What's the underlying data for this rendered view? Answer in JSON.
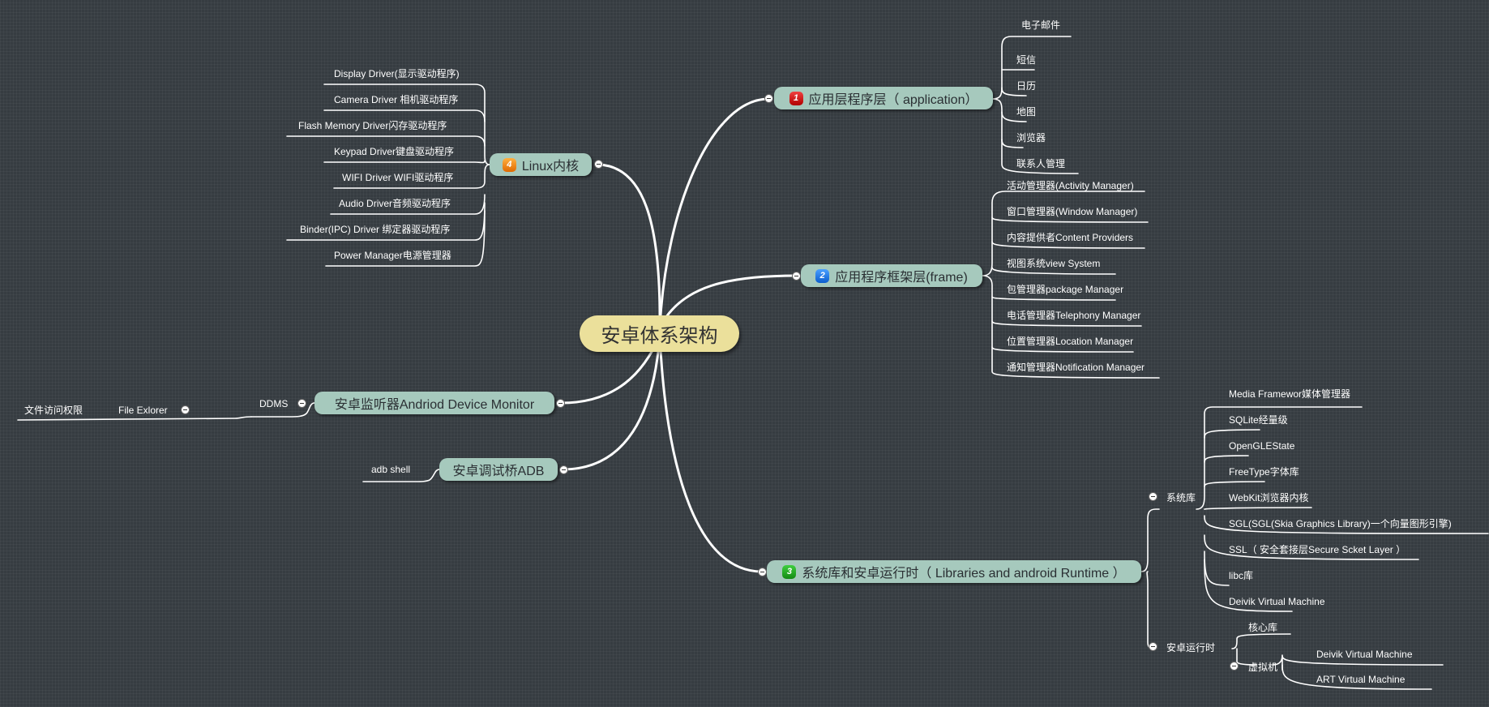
{
  "central": {
    "label": "安卓体系架构"
  },
  "topics": {
    "application": {
      "num": "1",
      "label": "应用层程序层（ application）"
    },
    "frame": {
      "num": "2",
      "label": "应用程序框架层(frame)"
    },
    "libraries": {
      "num": "3",
      "label": "系统库和安卓运行时（ Libraries and android Runtime ）"
    },
    "linux": {
      "num": "4",
      "label": "Linux内核"
    },
    "monitor": {
      "label": "安卓监听器Andriod Device Monitor"
    },
    "adb": {
      "label": "安卓调试桥ADB"
    }
  },
  "application_items": [
    "电子邮件",
    "短信",
    "日历",
    "地图",
    "浏览器",
    "联系人管理"
  ],
  "frame_items": [
    "活动管理器(Activity Manager)",
    "窗口管理器(Window Manager)",
    "内容提供者Content Providers",
    "视图系统view System",
    "包管理器package Manager",
    "电话管理器Telephony Manager",
    "位置管理器Location Manager",
    "通知管理器Notification Manager"
  ],
  "libraries": {
    "syslib_label": "系统库",
    "syslib_items": [
      "Media Framewor媒体管理器",
      "SQLite经量级",
      "OpenGLEState",
      "FreeType字体库",
      "WebKit浏览器内核",
      "SGL(SGL(Skia Graphics Library)一个向量图形引擎)",
      "SSL（ 安全套接层Secure Scket Layer ）",
      "libc库",
      "Deivik Virtual Machine"
    ],
    "runtime_label": "安卓运行时",
    "core_lib": "核心库",
    "vm_label": "虚拟机",
    "vm_items": [
      "Deivik Virtual Machine",
      "ART Virtual Machine"
    ]
  },
  "linux_items": [
    "Display Driver(显示驱动程序)",
    "Camera Driver 相机驱动程序",
    "Flash Memory Driver闪存驱动程序",
    "Keypad Driver键盘驱动程序",
    "WIFI Driver WIFI驱动程序",
    "Audio Driver音频驱动程序",
    "Binder(IPC) Driver 绑定器驱动程序",
    "Power Manager电源管理器"
  ],
  "monitor": {
    "ddms": "DDMS",
    "file_explorer": "File Exlorer",
    "file_access": "文件访问权限"
  },
  "adb": {
    "shell": "adb shell"
  },
  "colors": {
    "background": "#363c41",
    "central": "#ebe09b",
    "topic": "#a6c9bd",
    "line": "#ffffff"
  }
}
